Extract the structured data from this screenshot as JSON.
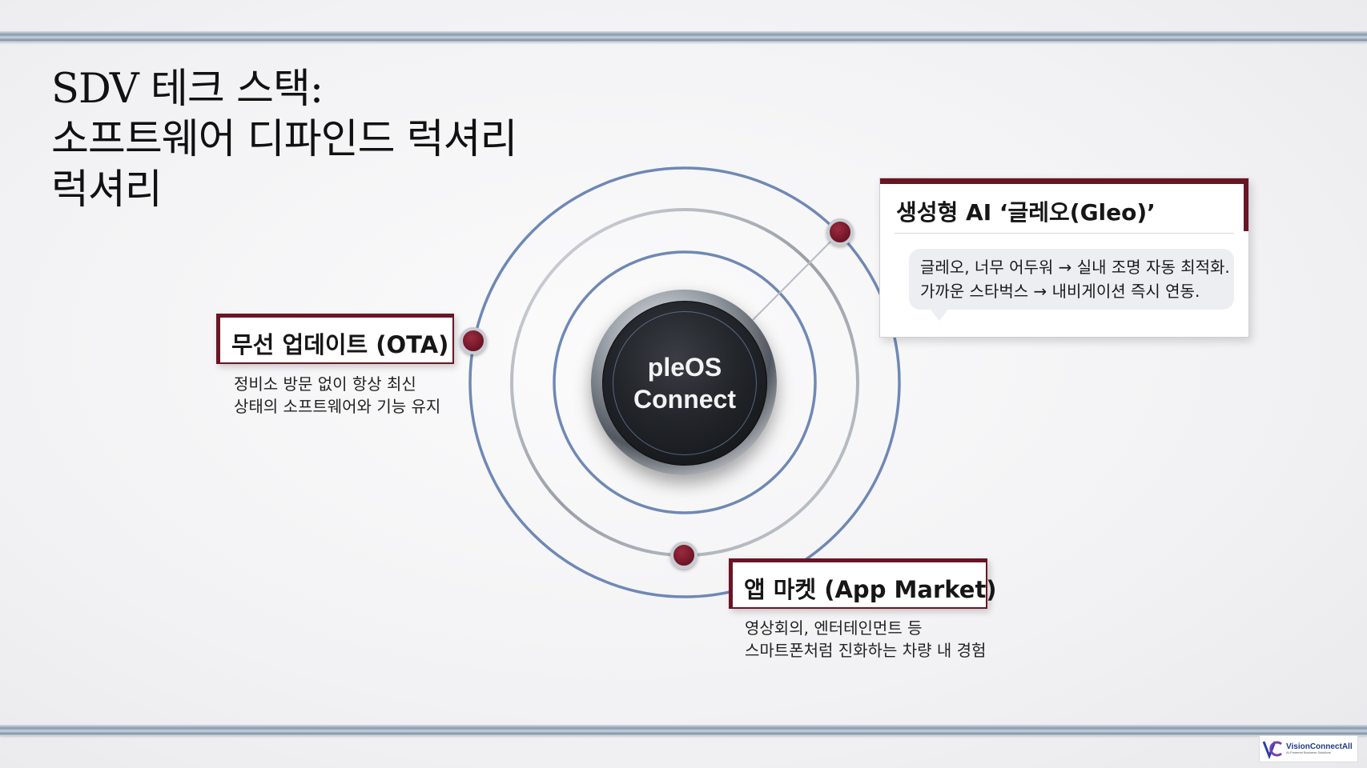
{
  "title": {
    "line1": "SDV 테크 스택:",
    "line2": "소프트웨어 디파인드 럭셔리",
    "line3": "럭셔리"
  },
  "core": {
    "label": "pleOS\nConnect"
  },
  "ota": {
    "title": "무선 업데이트 (OTA)",
    "desc_line1": "정비소 방문 없이 항상 최신",
    "desc_line2": "상태의 소프트웨어와 기능 유지"
  },
  "gleo": {
    "title": "생성형 AI ‘글레오(Gleo)’",
    "line1": "글레오, 너무 어두워 → 실내 조명 자동 최적화.",
    "line2": "가까운 스타벅스 → 내비게이션 즉시 연동."
  },
  "app_market": {
    "title": "앱 마켓 (App Market)",
    "desc_line1": "영상회의, 엔터테인먼트 등",
    "desc_line2": "스마트폰처럼 진화하는 차량 내 경험"
  },
  "logo": {
    "name": "VisionConnectAll",
    "tagline": "AI-Powered Business Solutions"
  },
  "colors": {
    "accent": "#6a1524",
    "orbit_blue": "#6f88b5",
    "orbit_silver": "#a7abb2",
    "rail": "#8899ad"
  }
}
